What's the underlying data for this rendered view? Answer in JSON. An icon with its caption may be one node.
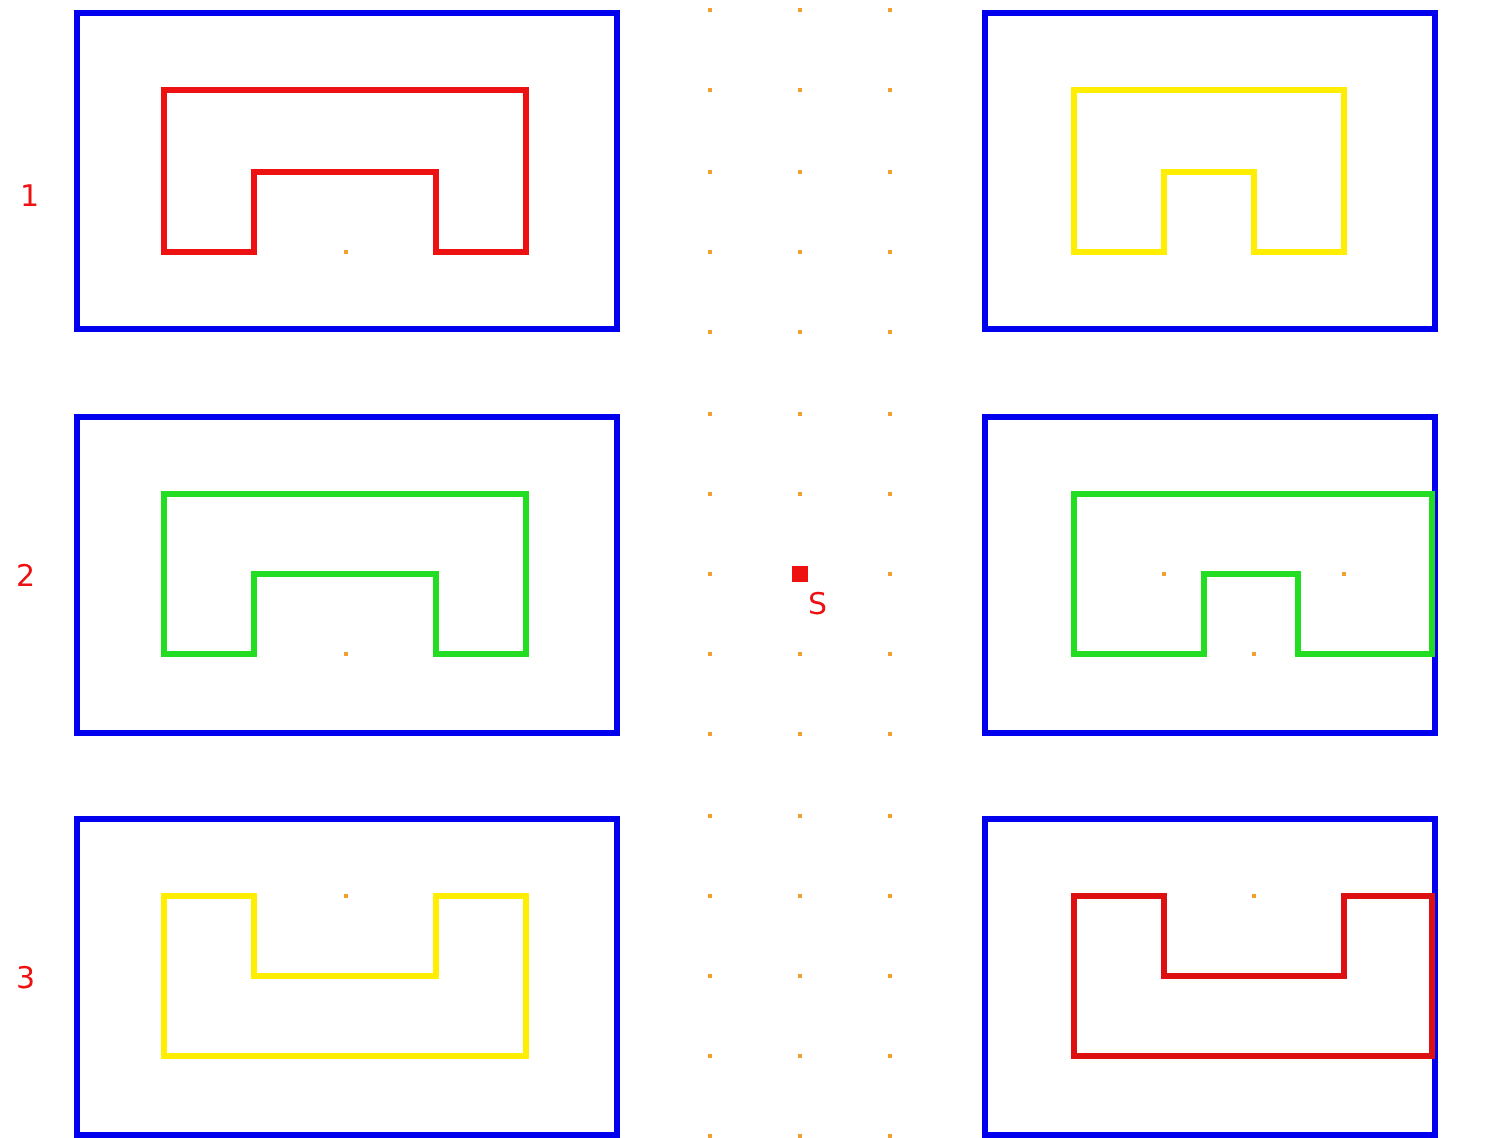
{
  "diagram": {
    "nodes": [
      {
        "text": [],
        "shape": "box"
      },
      {
        "text": [],
        "shape": "bracket",
        "in": 0
      },
      {
        "text": [],
        "shape": "box"
      },
      {
        "text": [],
        "shape": "bracket",
        "in": 2
      },
      {
        "text": [],
        "shape": "box"
      },
      {
        "text": [],
        "shape": "bracket",
        "in": 4
      },
      {
        "text": [],
        "shape": "box"
      },
      {
        "text": [],
        "shape": "bracket",
        "in": 6
      },
      {
        "text": [],
        "shape": "box"
      },
      {
        "text": [],
        "shape": "bracket",
        "in": 8
      },
      {
        "text": [],
        "shape": "box"
      },
      {
        "text": [],
        "shape": "bracket",
        "in": 10
      }
    ],
    "labels": [
      "1",
      "2",
      "3",
      "S"
    ]
  }
}
